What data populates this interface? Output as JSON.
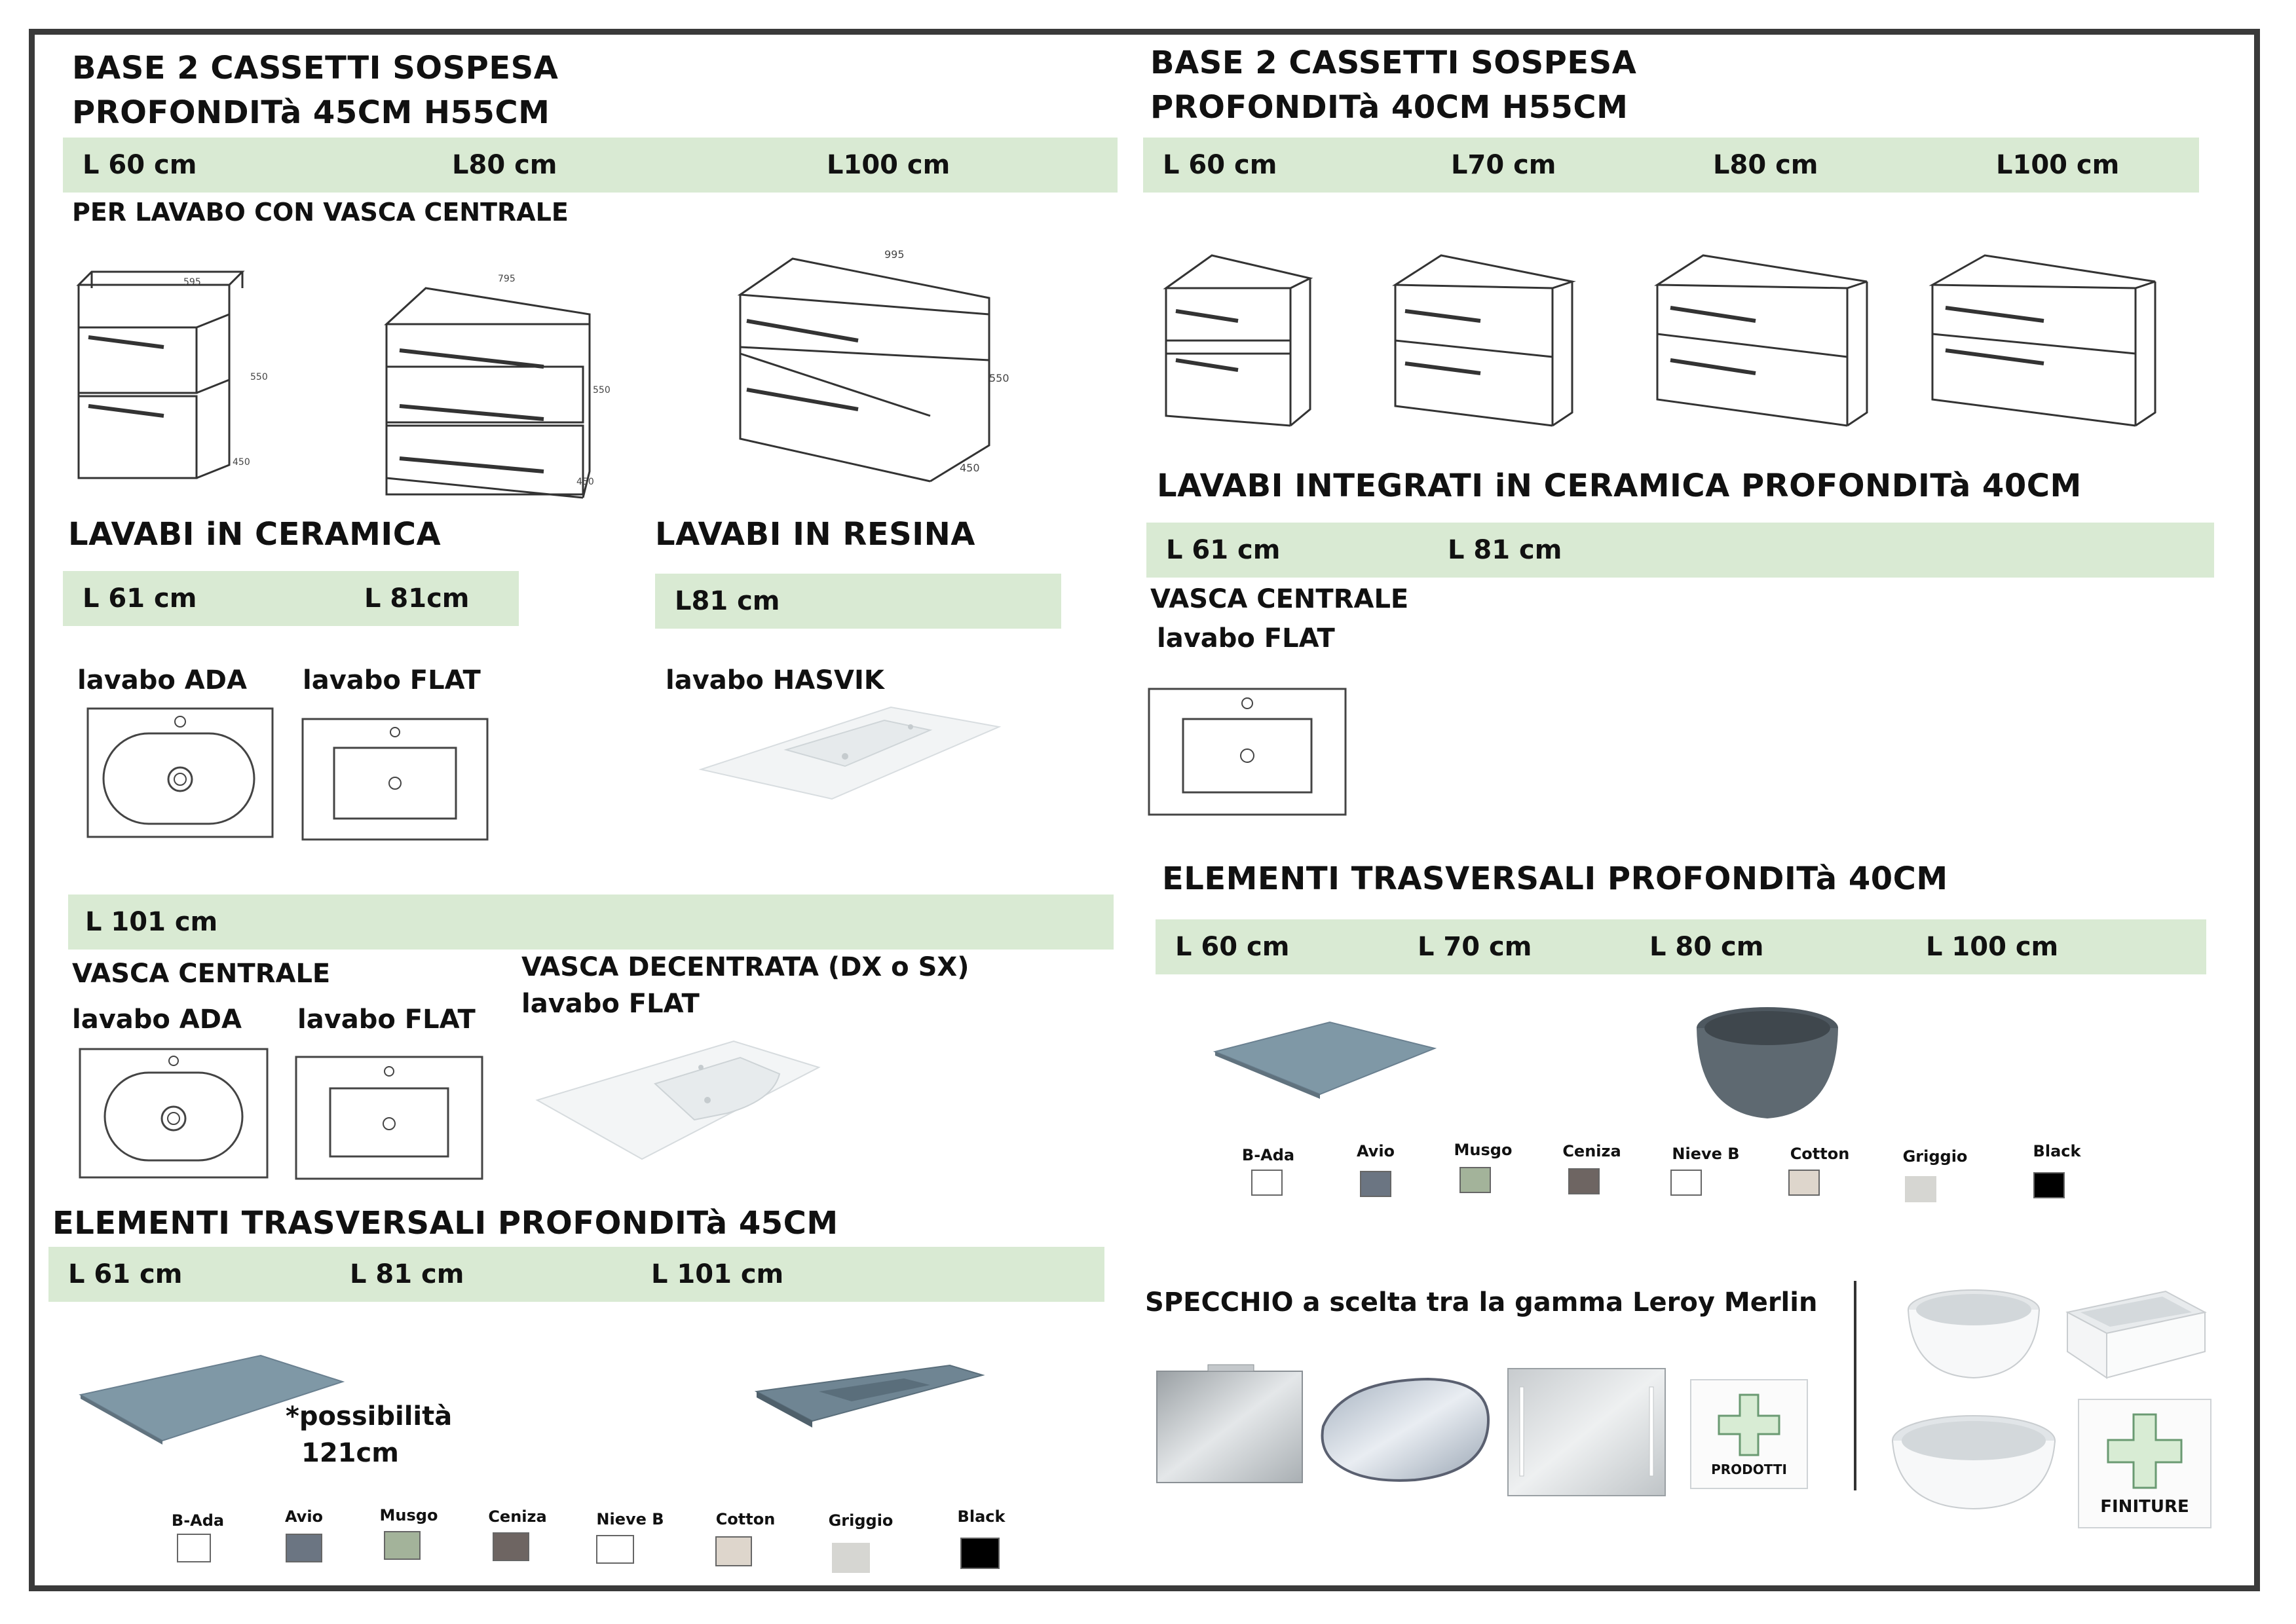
{
  "left_top": {
    "title_line1": "BASE 2 CASSETTI SOSPESA",
    "title_line2": "PROFONDITà  45CM    H55CM",
    "sizes": [
      "L 60 cm",
      "L80 cm",
      "L100 cm"
    ],
    "subtitle": "PER LAVABO CON VASCA CENTRALE",
    "dims": {
      "w1": "595",
      "h1": "550",
      "d1": "450",
      "w2": "795",
      "h2": "550",
      "d2": "450",
      "w3": "995",
      "h3": "550",
      "d3": "450"
    }
  },
  "right_top": {
    "title_line1": "BASE 2 CASSETTI SOSPESA",
    "title_line2": "PROFONDITà  40CM    H55CM",
    "sizes": [
      "L 60 cm",
      "L70 cm",
      "L80 cm",
      "L100 cm"
    ]
  },
  "lavabi_ceramica": {
    "title": "LAVABI iN CERAMICA",
    "sizes": [
      "L 61 cm",
      "L 81cm"
    ],
    "label_ada": "lavabo ADA",
    "label_flat": "lavabo FLAT"
  },
  "lavabi_resina": {
    "title": "LAVABI IN RESINA",
    "size": "L81 cm",
    "label": "lavabo HASVIK"
  },
  "lavabi_integrati": {
    "title": "LAVABI INTEGRATI  iN CERAMICA PROFONDITà 40CM",
    "sizes": [
      "L 61 cm",
      "L 81 cm"
    ],
    "vasca": "VASCA CENTRALE",
    "label_flat": "lavabo FLAT"
  },
  "l101": {
    "size": "L 101  cm",
    "vasca_centrale": "VASCA CENTRALE",
    "label_ada": "lavabo ADA",
    "label_flat": "lavabo FLAT",
    "vasca_decentrata": "VASCA DECENTRATA  (DX o SX)",
    "label_flat2": "lavabo FLAT"
  },
  "elementi_40": {
    "title": "ELEMENTI TRASVERSALI PROFONDITà 40CM",
    "sizes": [
      "L 60  cm",
      "L 70  cm",
      "L 80  cm",
      "L 100  cm"
    ]
  },
  "elementi_45": {
    "title": "ELEMENTI TRASVERSALI PROFONDITà 45CM",
    "sizes": [
      "L 61 cm",
      "L 81 cm",
      "L 101 cm"
    ],
    "note_line1": "*possibilità",
    "note_line2": "121cm"
  },
  "colors": [
    {
      "name": "B-Ada",
      "hex": "#ffffff"
    },
    {
      "name": "Avio",
      "hex": "#6b7582"
    },
    {
      "name": "Musgo",
      "hex": "#a3b39a"
    },
    {
      "name": "Ceniza",
      "hex": "#6e6562"
    },
    {
      "name": "Nieve B",
      "hex": "#ffffff"
    },
    {
      "name": "Cotton",
      "hex": "#ded6cc"
    },
    {
      "name": "Griggio",
      "hex": "#d6d6d2"
    },
    {
      "name": "Black",
      "hex": "#000000"
    }
  ],
  "specchio": {
    "text": "SPECCHIO a scelta tra la gamma Leroy Merlin",
    "prodotti": "PRODOTTI",
    "finiture": "FINITURE"
  },
  "accent": {
    "band": "#d9ead3",
    "cross_fill": "#d8ecd4",
    "cross_stroke": "#6a9a72",
    "top_blue": "#7f98a6"
  }
}
